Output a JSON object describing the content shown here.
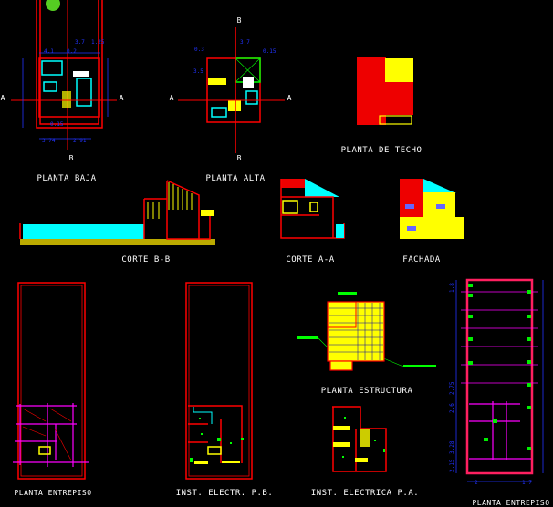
{
  "drawings": {
    "planta_baja": {
      "title": "PLANTA BAJA",
      "dims": [
        "3.7",
        "1.25",
        "4.1",
        "0.2",
        "3.74",
        "2.91",
        "0.15"
      ]
    },
    "planta_alta": {
      "title": "PLANTA ALTA",
      "dims": [
        "3.7",
        "0.3",
        "0.15",
        "3.5"
      ]
    },
    "planta_techo": {
      "title": "PLANTA DE TECHO"
    },
    "corte_bb": {
      "title": "CORTE B-B"
    },
    "corte_aa": {
      "title": "CORTE A-A"
    },
    "fachada": {
      "title": "FACHADA"
    },
    "planta_entrepiso_left": {
      "title": "PLANTA ENTREPISO"
    },
    "inst_electr_pb": {
      "title": "INST. ELECTR. P.B."
    },
    "planta_estructura": {
      "title": "PLANTA ESTRUCTURA"
    },
    "inst_electrica_pa": {
      "title": "INST. ELECTRICA P.A."
    },
    "planta_entrepiso_right": {
      "title": "PLANTA ENTREPISO",
      "dims": [
        "1.8",
        "2.75",
        "2.6",
        "3.28",
        "2.15",
        "2",
        "1.7"
      ]
    }
  },
  "section_marks": {
    "a": "A",
    "b": "B"
  },
  "colors": {
    "background": "#000000",
    "walls": "#ff0000",
    "dimensions": "#2233ff",
    "fill": "#ffff00",
    "water": "#00ffff",
    "beams": "#ff00ff",
    "points": "#00ff00"
  }
}
